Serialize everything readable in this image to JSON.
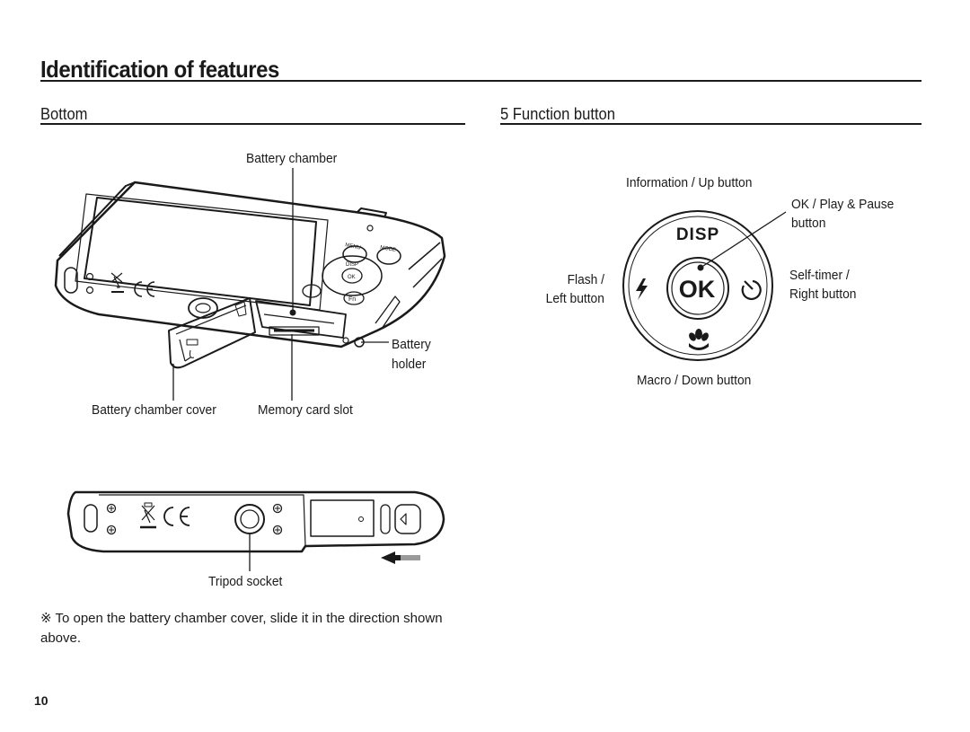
{
  "page": {
    "title": "Identification of features",
    "number": "10"
  },
  "bottom_section": {
    "heading": "Bottom",
    "labels": {
      "battery_chamber": "Battery chamber",
      "battery_holder_line1": "Battery",
      "battery_holder_line2": "holder",
      "battery_chamber_cover": "Battery chamber cover",
      "memory_card_slot": "Memory card slot",
      "tripod_socket": "Tripod socket"
    },
    "camera_buttons": {
      "menu": "MENU",
      "mode": "MODE",
      "disp": "DISP",
      "ok": "OK",
      "fn": "Fn"
    },
    "note": "※ To open the battery chamber cover, slide it in the direction shown above."
  },
  "function_section": {
    "heading": "5 Function button",
    "labels": {
      "up": "Information / Up button",
      "ok_line1": "OK / Play & Pause",
      "ok_line2": "button",
      "left_line1": "Flash /",
      "left_line2": "Left button",
      "right_line1": "Self-timer /",
      "right_line2": "Right button",
      "down": "Macro / Down button"
    },
    "dial": {
      "disp_text": "DISP",
      "ok_text": "OK"
    }
  }
}
